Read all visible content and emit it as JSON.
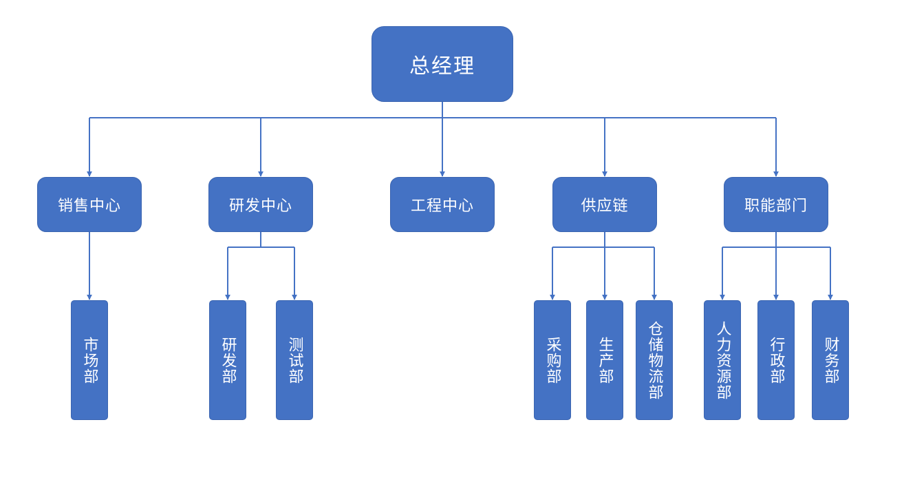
{
  "org": {
    "root": {
      "label": "总经理"
    },
    "centers": [
      {
        "label": "销售中心",
        "departments": [
          {
            "label": "市场部"
          }
        ]
      },
      {
        "label": "研发中心",
        "departments": [
          {
            "label": "研发部"
          },
          {
            "label": "测试部"
          }
        ]
      },
      {
        "label": "工程中心",
        "departments": []
      },
      {
        "label": "供应链",
        "departments": [
          {
            "label": "采购部"
          },
          {
            "label": "生产部"
          },
          {
            "label": "仓储物流部"
          }
        ]
      },
      {
        "label": "职能部门",
        "departments": [
          {
            "label": "人力资源部"
          },
          {
            "label": "行政部"
          },
          {
            "label": "财务部"
          }
        ]
      }
    ]
  },
  "colors": {
    "node_fill": "#4472c4",
    "connector": "#4472c4",
    "text": "#ffffff",
    "background": "#ffffff"
  }
}
